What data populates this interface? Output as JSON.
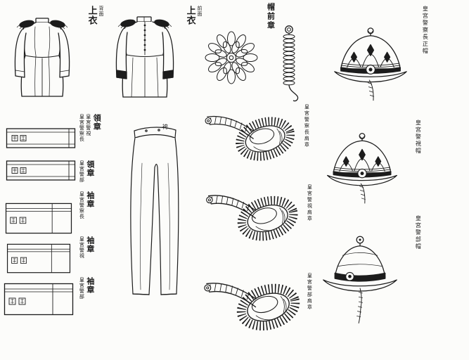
{
  "document": {
    "kind": "scanned uniform regulation plate",
    "ink_color": "#1c1c1c",
    "paper_color": "#fcfcfa"
  },
  "labels": {
    "jacket_back": {
      "title": "上衣",
      "sub": "背面"
    },
    "jacket_front": {
      "title": "上衣",
      "sub": "前面"
    },
    "cap_badge": "帽前章",
    "trousers": "袴",
    "collar_group": {
      "rank_a": "皇宮警察長",
      "rank_b": "皇宮警視",
      "item": "領章"
    },
    "collar_keibu": {
      "rank": "皇宮警部",
      "item": "領章"
    },
    "cuff_chief": {
      "rank": "皇宮警察長",
      "item": "袖章"
    },
    "cuff_keishi": {
      "rank": "皇宮警視",
      "item": "袖章"
    },
    "cuff_keibu": {
      "rank": "皇宮警部",
      "item": "袖章"
    },
    "epaulette_chief": "皇宮警察長肩章",
    "epaulette_keishi": "皇宮警視肩章",
    "epaulette_keibu": "皇宮警部肩章",
    "helmet_chief": "皇宮警察長正帽",
    "helmet_keishi": "皇宮警視帽",
    "helmet_keibu": "皇宮警部帽"
  }
}
